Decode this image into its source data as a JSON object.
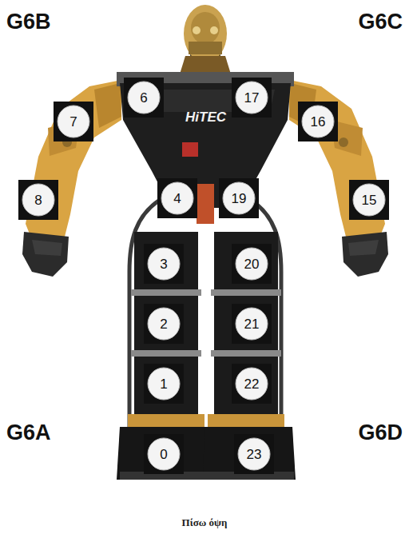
{
  "diagram": {
    "caption": "Πίσω όψη",
    "nodes": [
      {
        "text": [
          "6"
        ]
      },
      {
        "text": [
          "17"
        ]
      },
      {
        "text": [
          "7"
        ]
      },
      {
        "text": [
          "16"
        ]
      },
      {
        "text": [
          "8"
        ]
      },
      {
        "text": [
          "4"
        ]
      },
      {
        "text": [
          "19"
        ]
      },
      {
        "text": [
          "15"
        ]
      },
      {
        "text": [
          "3"
        ]
      },
      {
        "text": [
          "20"
        ]
      },
      {
        "text": [
          "2"
        ]
      },
      {
        "text": [
          "21"
        ]
      },
      {
        "text": [
          "1"
        ]
      },
      {
        "text": [
          "22"
        ]
      },
      {
        "text": [
          "0"
        ]
      },
      {
        "text": [
          "23"
        ]
      }
    ],
    "labels": [
      "G6B",
      "G6C",
      "HiTEC",
      "G6A",
      "G6D"
    ]
  }
}
